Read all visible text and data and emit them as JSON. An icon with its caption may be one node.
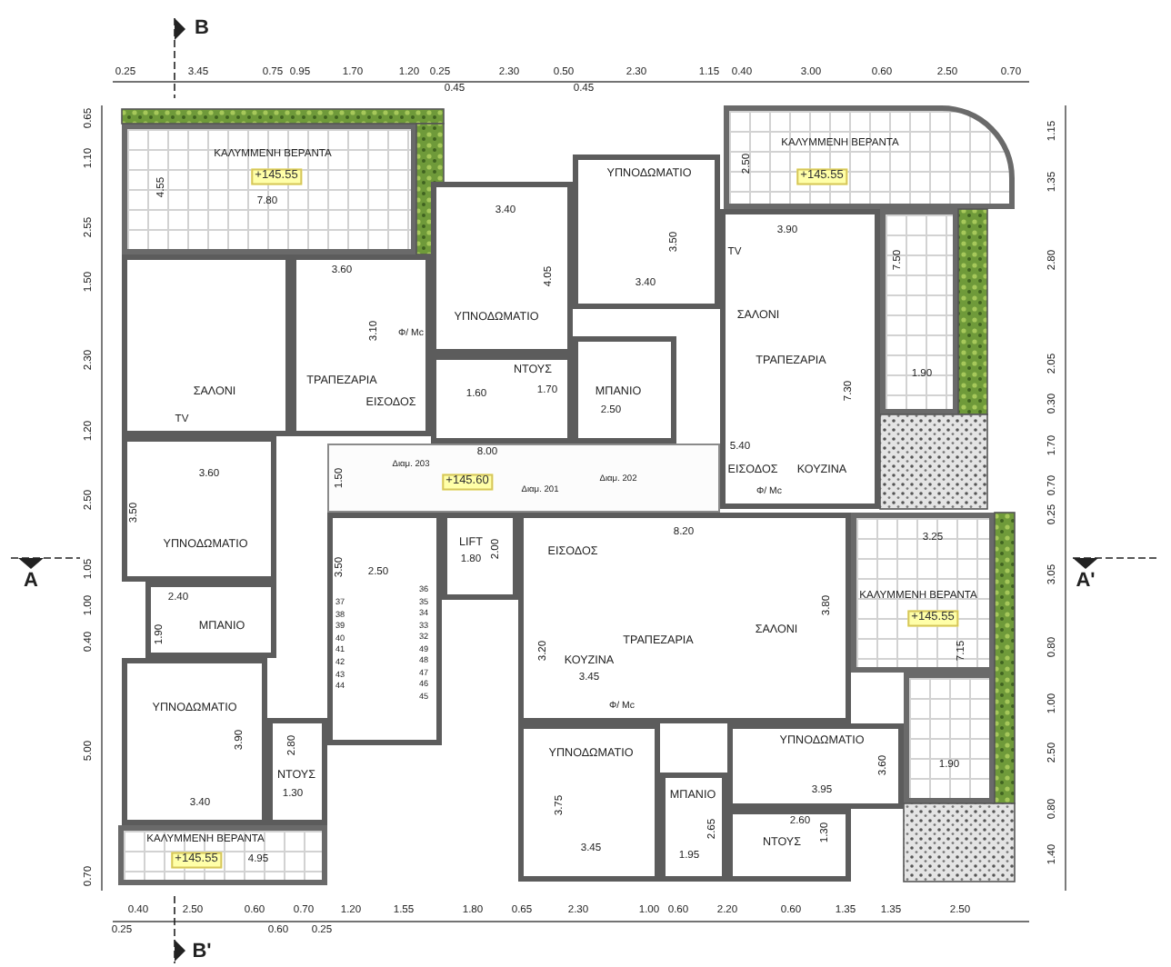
{
  "diagram": {
    "nodes": [
      {
        "text": [
          "ΚΑΛΥΜΜΕΝΗ ΒΕΡΑΝΤΑ",
          "+145.55",
          "7.80",
          "4.55"
        ]
      },
      {
        "text": [
          "ΣΑΛΟΝΙ"
        ]
      },
      {
        "text": [
          "3.60",
          "3.10",
          "ΤΡΑΠΕΖΑΡΙΑ",
          "ΕΙΣΟΔΟΣ"
        ]
      },
      {
        "text": [
          "3.40",
          "4.05",
          "ΥΠΝΟΔΩΜΑΤΙΟ"
        ]
      },
      {
        "text": [
          "ΝΤΟΥΣ",
          "1.60",
          "1.70"
        ]
      },
      {
        "text": [
          "ΥΠΝΟΔΩΜΑΤΙΟ",
          "3.50",
          "3.40"
        ]
      },
      {
        "text": [
          "ΜΠΑΝΙΟ",
          "2.50"
        ]
      },
      {
        "text": [
          "2.50",
          "ΚΑΛΥΜΜΕΝΗ ΒΕΡΑΝΤΑ",
          "+145.55"
        ]
      },
      {
        "text": [
          "7.50",
          "1.90"
        ]
      },
      {
        "text": [
          "3.90",
          "ΣΑΛΟΝΙ",
          "ΤΡΑΠΕΖΑΡΙΑ",
          "7.30",
          "5.40",
          "ΕΙΣΟΔΟΣ",
          "ΚΟΥΖΙΝΑ"
        ]
      },
      {
        "text": [
          "Διαμ. 203",
          "8.00",
          "+145.60",
          "Διαμ. 201",
          "Διαμ. 202",
          "1.50"
        ]
      },
      {
        "text": [
          "3.60",
          "3.50",
          "ΥΠΝΟΔΩΜΑΤΙΟ"
        ]
      },
      {
        "text": [
          "2.40",
          "1.90",
          "ΜΠΑΝΙΟ"
        ]
      },
      {
        "text": [
          "ΥΠΝΟΔΩΜΑΤΙΟ",
          "3.90",
          "3.40"
        ]
      },
      {
        "text": [
          "2.80",
          "ΝΤΟΥΣ",
          "1.30"
        ]
      },
      {
        "text": [
          "ΚΑΛΥΜΜΕΝΗ ΒΕΡΑΝΤΑ",
          "+145.55",
          "4.95"
        ]
      },
      {
        "text": [
          "3.50",
          "2.50"
        ]
      },
      {
        "text": [
          "LIFT",
          "1.80",
          "2.00"
        ]
      },
      {
        "text": [
          "8.20",
          "ΕΙΣΟΔΟΣ",
          "ΤΡΑΠΕΖΑΡΙΑ",
          "ΣΑΛΟΝΙ",
          "3.80",
          "3.20",
          "ΚΟΥΖΙΝΑ",
          "3.45"
        ]
      },
      {
        "text": [
          "3.25",
          "ΚΑΛΥΜΜΕΝΗ ΒΕΡΑΝΤΑ",
          "+145.55",
          "7.15"
        ]
      },
      {
        "text": [
          "1.90"
        ]
      },
      {
        "text": [
          "ΥΠΝΟΔΩΜΑΤΙΟ",
          "3.60",
          "3.95"
        ]
      },
      {
        "text": [
          "ΥΠΝΟΔΩΜΑΤΙΟ",
          "3.75",
          "3.45"
        ]
      },
      {
        "text": [
          "ΜΠΑΝΙΟ",
          "2.65",
          "1.95"
        ]
      },
      {
        "text": [
          "2.60",
          "ΝΤΟΥΣ",
          "1.30"
        ]
      }
    ],
    "labels": [
      "B",
      "0.25",
      "3.45",
      "0.75",
      "0.95",
      "1.70",
      "1.20",
      "0.25",
      "2.30",
      "0.50",
      "2.30",
      "1.15",
      "0.40",
      "3.00",
      "0.60",
      "2.50",
      "0.70",
      "0.45",
      "0.45",
      "0.65",
      "1.10",
      "2.55",
      "1.50",
      "2.30",
      "1.20",
      "2.50",
      "1.05",
      "1.00",
      "0.40",
      "5.00",
      "0.70",
      "A",
      "1.15",
      "1.35",
      "2.80",
      "2.05",
      "0.30",
      "1.70",
      "0.70",
      "0.25",
      "3.05",
      "0.80",
      "1.00",
      "2.50",
      "0.80",
      "1.40",
      "A'",
      "Φ/ Mc",
      "TV",
      "TV",
      "Φ/ Mc",
      "Φ/ Mc",
      "37",
      "38",
      "39",
      "40",
      "41",
      "42",
      "43",
      "44",
      "36",
      "35",
      "34",
      "33",
      "32",
      "49",
      "48",
      "47",
      "46",
      "45",
      "0.40",
      "2.50",
      "0.60",
      "0.70",
      "1.20",
      "1.55",
      "1.80",
      "0.65",
      "2.30",
      "1.00",
      "0.60",
      "2.20",
      "0.60",
      "1.35",
      "1.35",
      "2.50",
      "0.25",
      "0.60",
      "0.25",
      "B'"
    ]
  }
}
